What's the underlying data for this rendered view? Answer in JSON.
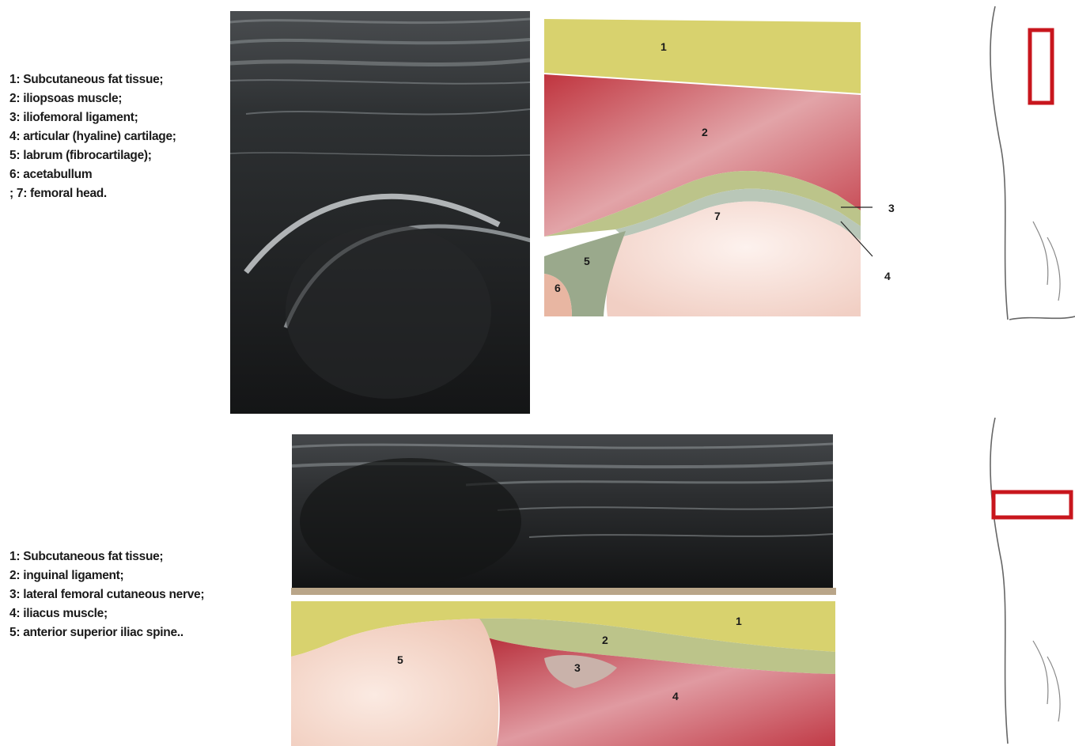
{
  "top_panel": {
    "legend": [
      "1: Subcutaneous fat tissue;",
      "2: iliopsoas muscle;",
      "3: iliofemoral ligament;",
      "4: articular (hyaline) cartilage;",
      "5: labrum (fibrocartilage);",
      "6: acetabullum",
      "; 7: femoral head."
    ],
    "labels": [
      "1",
      "2",
      "3",
      "4",
      "5",
      "6",
      "7"
    ]
  },
  "bottom_panel": {
    "legend": [
      "1: Subcutaneous fat tissue;",
      "2: inguinal ligament;",
      "3: lateral femoral cutaneous nerve;",
      "4: iliacus muscle;",
      "5: anterior superior iliac spine.."
    ],
    "labels": [
      "1",
      "2",
      "3",
      "4",
      "5"
    ]
  },
  "colors": {
    "fat": "#d8d26e",
    "muscle": "#c9454f",
    "ligament": "#bcc48a",
    "cartilage": "#b9c7b8",
    "bone": "#f4dcd2",
    "marker": "#c8161d",
    "ultrasound_bg": "#1b1d1f"
  }
}
